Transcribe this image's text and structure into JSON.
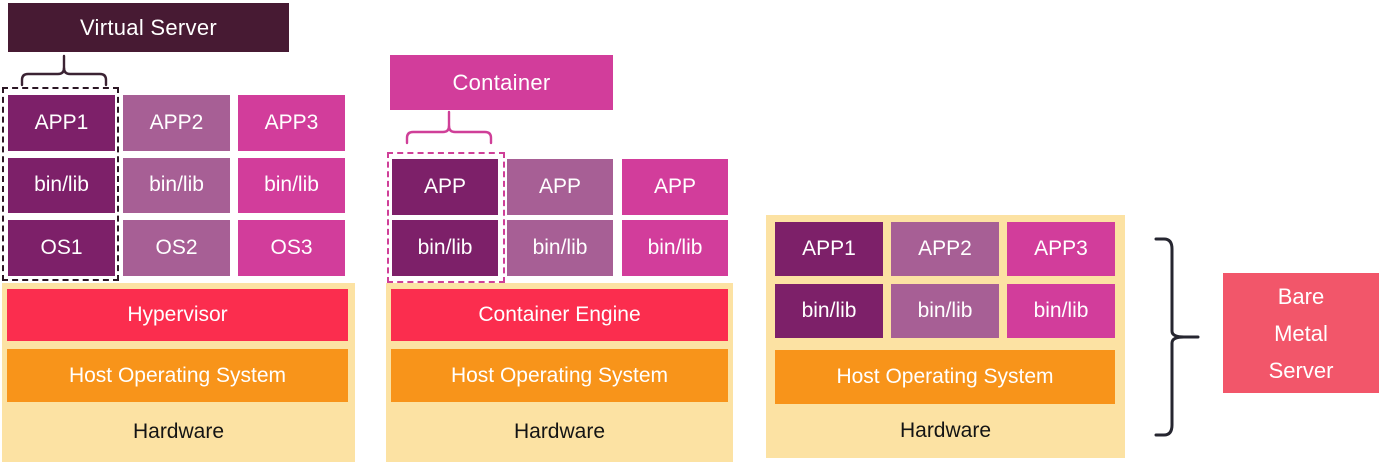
{
  "palette": {
    "dark_aubergine": "#471a33",
    "purple": "#7d2069",
    "mauve": "#a75f95",
    "pink": "#d23d9b",
    "red": "#fb2d4e",
    "orange": "#f8941a",
    "cream": "#fce2a3",
    "coral": "#f2566a",
    "bracket_dark": "#3b2333",
    "bracket_pink": "#cf3f98",
    "brace_dark": "#262630",
    "hardware_text": "#141414"
  },
  "columns": [
    {
      "title": "Virtual Server",
      "grid": [
        [
          "APP1",
          "APP2",
          "APP3"
        ],
        [
          "bin/lib",
          "bin/lib",
          "bin/lib"
        ],
        [
          "OS1",
          "OS2",
          "OS3"
        ]
      ],
      "layers": [
        "Hypervisor",
        "Host Operating System"
      ],
      "base": "Hardware"
    },
    {
      "title": "Container",
      "grid": [
        [
          "APP",
          "APP",
          "APP"
        ],
        [
          "bin/lib",
          "bin/lib",
          "bin/lib"
        ]
      ],
      "layers": [
        "Container Engine",
        "Host Operating System"
      ],
      "base": "Hardware"
    },
    {
      "title": "Bare Metal Server",
      "grid": [
        [
          "APP1",
          "APP2",
          "APP3"
        ],
        [
          "bin/lib",
          "bin/lib",
          "bin/lib"
        ]
      ],
      "layers": [
        "Host Operating System"
      ],
      "base": "Hardware"
    }
  ]
}
